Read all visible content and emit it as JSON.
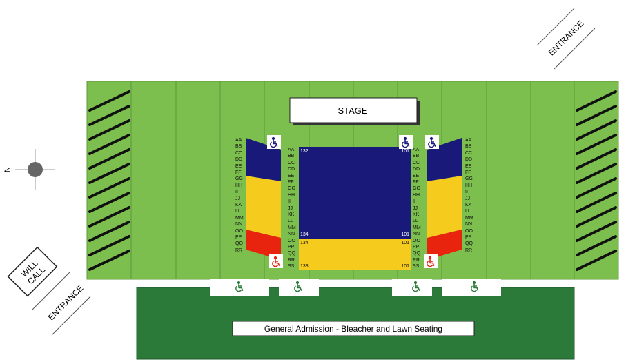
{
  "labels": {
    "stage": "STAGE",
    "entrance_top": "ENTRANCE",
    "entrance_bottom": "ENTRANCE",
    "will_call": "WILL CALL",
    "general_admission": "General Admission - Bleacher and Lawn Seating",
    "north": "N"
  },
  "rows": {
    "left": [
      "AA",
      "BB",
      "CC",
      "DD",
      "EE",
      "FF",
      "GG",
      "HH",
      "II",
      "JJ",
      "KK",
      "LL",
      "MM",
      "NN",
      "OO",
      "PP",
      "QQ",
      "RR"
    ],
    "floor": [
      "AA",
      "BB",
      "CC",
      "DD",
      "EE",
      "FF",
      "GG",
      "HH",
      "II",
      "JJ",
      "KK",
      "LL",
      "MM",
      "NN",
      "OO",
      "PP",
      "QQ",
      "RR",
      "SS"
    ],
    "right": [
      "AA",
      "BB",
      "CC",
      "DD",
      "EE",
      "FF",
      "GG",
      "HH",
      "II",
      "JJ",
      "KK",
      "LL",
      "MM",
      "NN",
      "OO",
      "PP",
      "QQ",
      "RR"
    ]
  },
  "sections": {
    "upper_left": "132",
    "upper_right": "101",
    "mid_left": "134",
    "mid_right": "101",
    "lower_top_left": "134",
    "lower_top_right": "101",
    "lower_bottom_left": "133",
    "lower_bottom_right": "101"
  },
  "icons": {
    "wheelchair": "wheelchair-icon",
    "compass": "compass-icon"
  },
  "colors": {
    "field_green": "#7cbf4e",
    "ga_green": "#2b7a3a",
    "navy": "#19197a",
    "yellow": "#f5cc1e",
    "red": "#e8230e",
    "wheelchair_blue": "#1a1a80",
    "wheelchair_red": "#e8230e",
    "wheelchair_green": "#2b7a3a"
  }
}
